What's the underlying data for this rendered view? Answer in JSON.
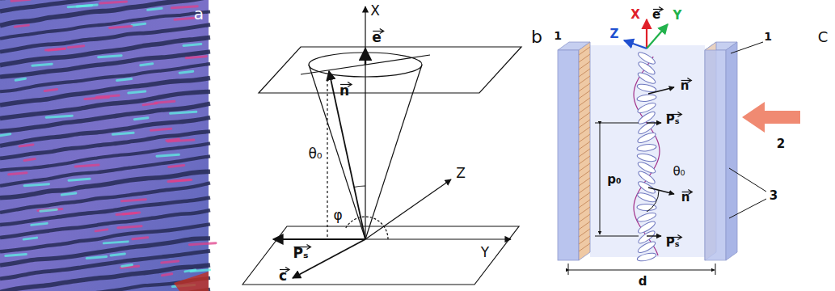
{
  "diagram": {
    "labels": [
      "a",
      "X",
      "n",
      "e",
      "θ₀",
      "Z",
      "φ",
      "Pₛ",
      "c",
      "Y",
      "b",
      "1",
      "X",
      "e",
      "Y",
      "Z",
      "n",
      "Pₛ",
      "p₀",
      "Pₛ",
      "θ₀",
      "n",
      "2",
      "3",
      "d",
      "1",
      "C"
    ]
  }
}
